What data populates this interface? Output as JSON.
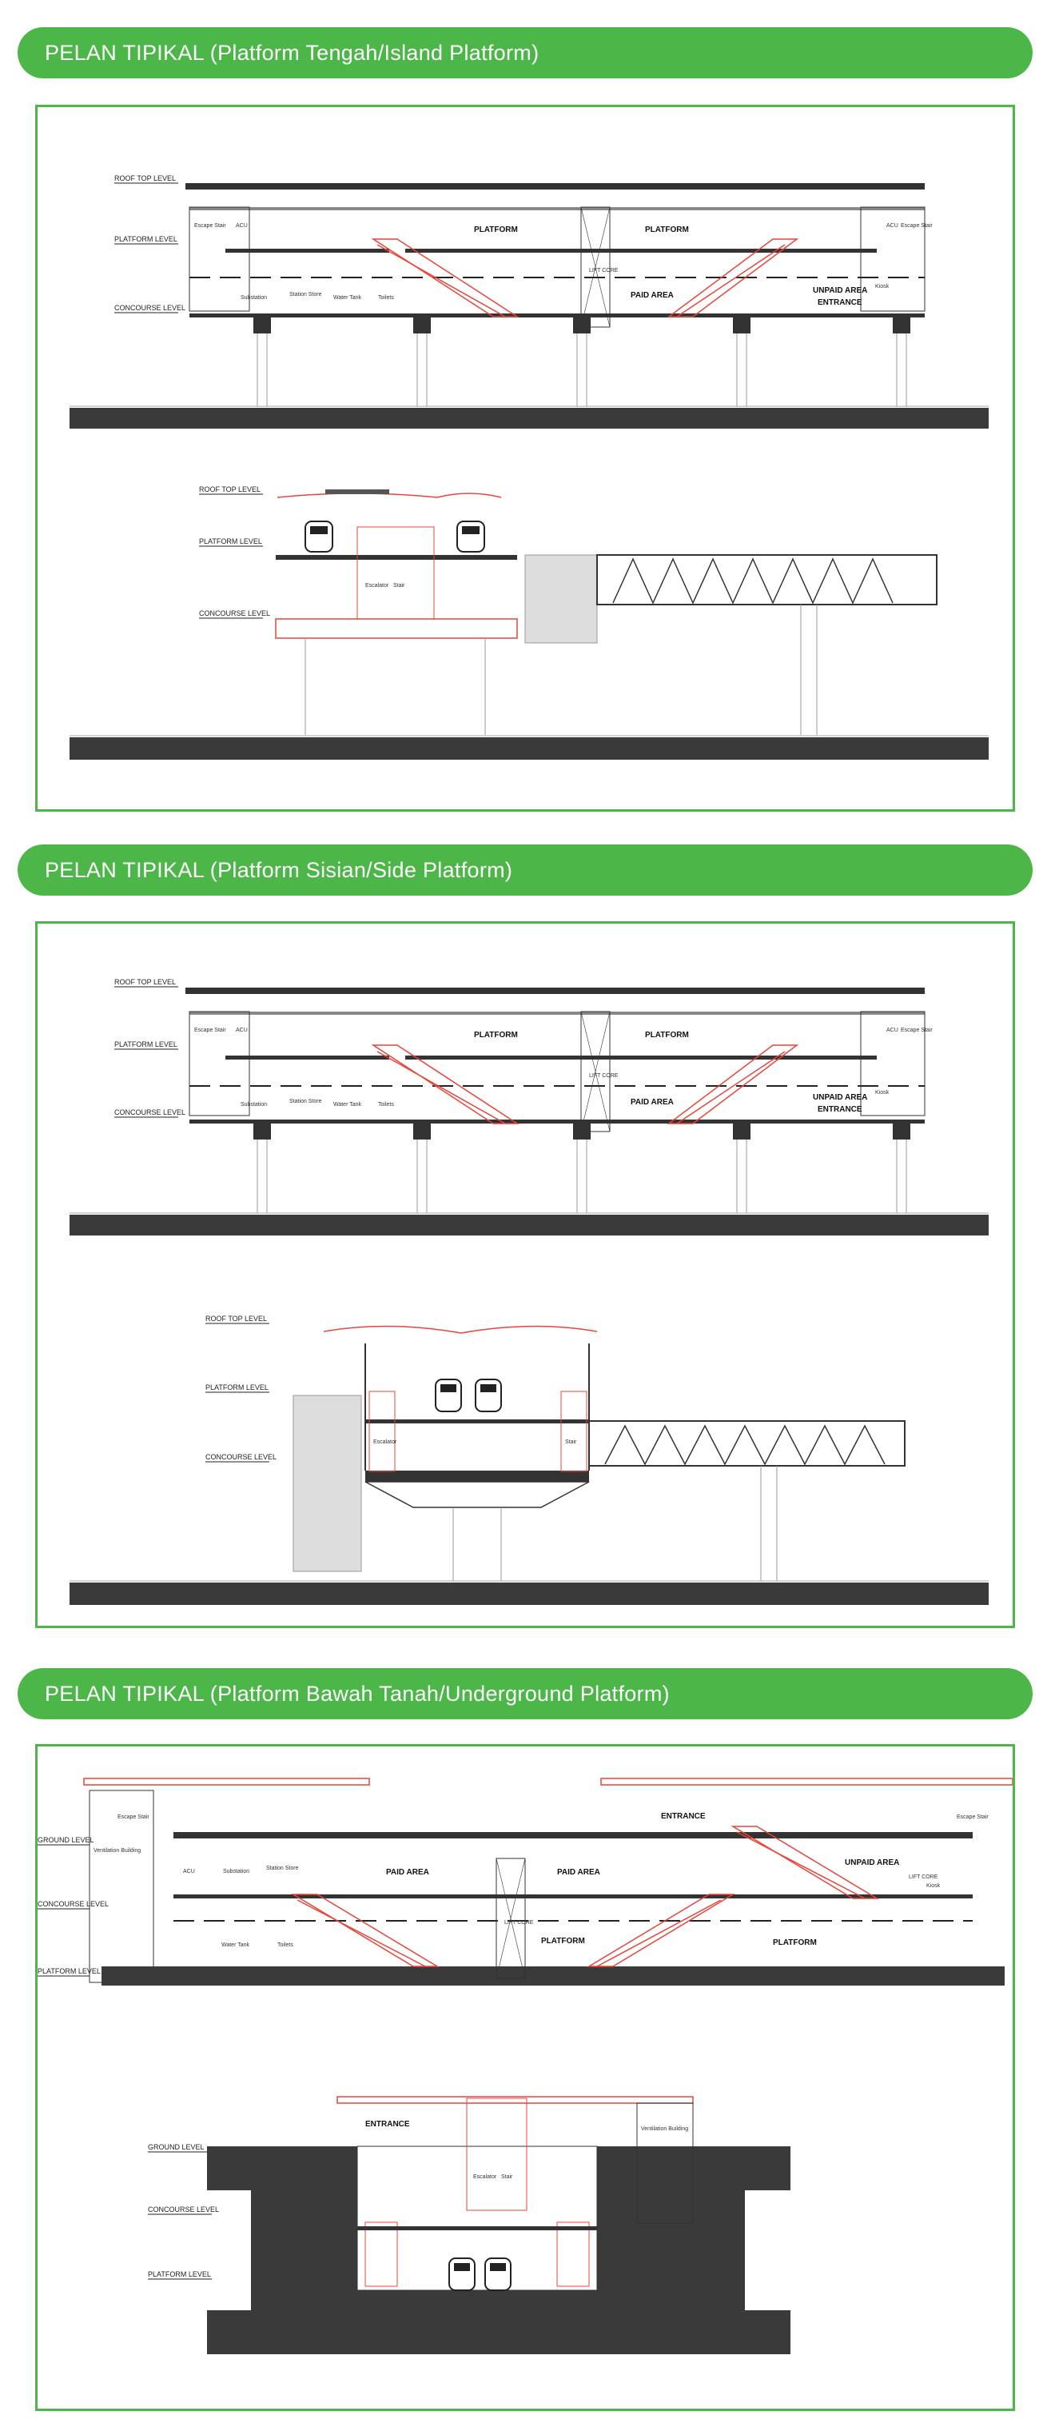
{
  "sections": [
    {
      "title": "PELAN TIPIKAL (Platform Tengah/Island Platform)"
    },
    {
      "title": "PELAN TIPIKAL (Platform Sisian/Side Platform)"
    },
    {
      "title": "PELAN TIPIKAL (Platform Bawah Tanah/Underground Platform)"
    }
  ],
  "levels": {
    "roof": "ROOF TOP LEVEL",
    "platform": "PLATFORM LEVEL",
    "concourse": "CONCOURSE LEVEL",
    "ground": "GROUND LEVEL"
  },
  "labels": {
    "platform": "PLATFORM",
    "paid_area": "PAID AREA",
    "unpaid_area": "UNPAID AREA",
    "entrance": "ENTRANCE",
    "lift_core": "LIFT CORE",
    "escape_stair": "Escape Stair",
    "acu": "ACU",
    "substation": "Substation",
    "station_store": "Station Store",
    "water_tank": "Water Tank",
    "toilets": "Toilets",
    "kiosk": "Kiosk",
    "ventilation_building": "Ventilation Building",
    "escalator": "Escalator",
    "stair": "Stair"
  }
}
